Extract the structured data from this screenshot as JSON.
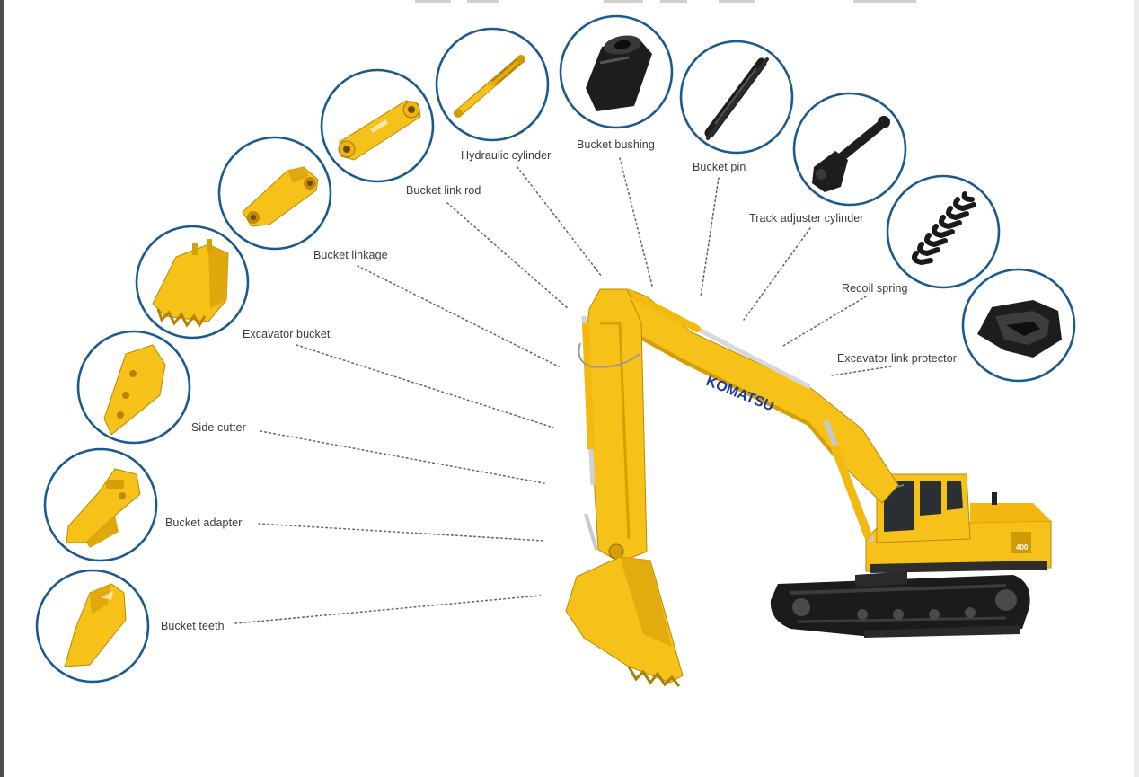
{
  "diagram": {
    "brand_text": "KOMATSU",
    "model_text": "400",
    "parts": [
      {
        "id": "bucket-teeth",
        "label": "Bucket teeth",
        "icon": "bucket-tooth-icon"
      },
      {
        "id": "bucket-adapter",
        "label": "Bucket adapter",
        "icon": "bucket-adapter-icon"
      },
      {
        "id": "side-cutter",
        "label": "Side cutter",
        "icon": "side-cutter-icon"
      },
      {
        "id": "excavator-bucket",
        "label": "Excavator bucket",
        "icon": "excavator-bucket-icon"
      },
      {
        "id": "bucket-linkage",
        "label": "Bucket linkage",
        "icon": "bucket-linkage-icon"
      },
      {
        "id": "bucket-link-rod",
        "label": "Bucket link rod",
        "icon": "bucket-link-rod-icon"
      },
      {
        "id": "hydraulic-cylinder",
        "label": "Hydraulic cylinder",
        "icon": "hydraulic-cylinder-icon"
      },
      {
        "id": "bucket-bushing",
        "label": "Bucket bushing",
        "icon": "bucket-bushing-icon"
      },
      {
        "id": "bucket-pin",
        "label": "Bucket pin",
        "icon": "bucket-pin-icon"
      },
      {
        "id": "track-adjuster-cylinder",
        "label": "Track adjuster cylinder",
        "icon": "track-adjuster-cylinder-icon"
      },
      {
        "id": "recoil-spring",
        "label": "Recoil spring",
        "icon": "recoil-spring-icon"
      },
      {
        "id": "excavator-link-protector",
        "label": "Excavator link protector",
        "icon": "link-protector-icon"
      }
    ],
    "colors": {
      "ring": "#1b5a8e",
      "machine_yellow": "#f6c21a",
      "brand_blue": "#1e3a9c",
      "leader": "#6a6a6a"
    }
  }
}
